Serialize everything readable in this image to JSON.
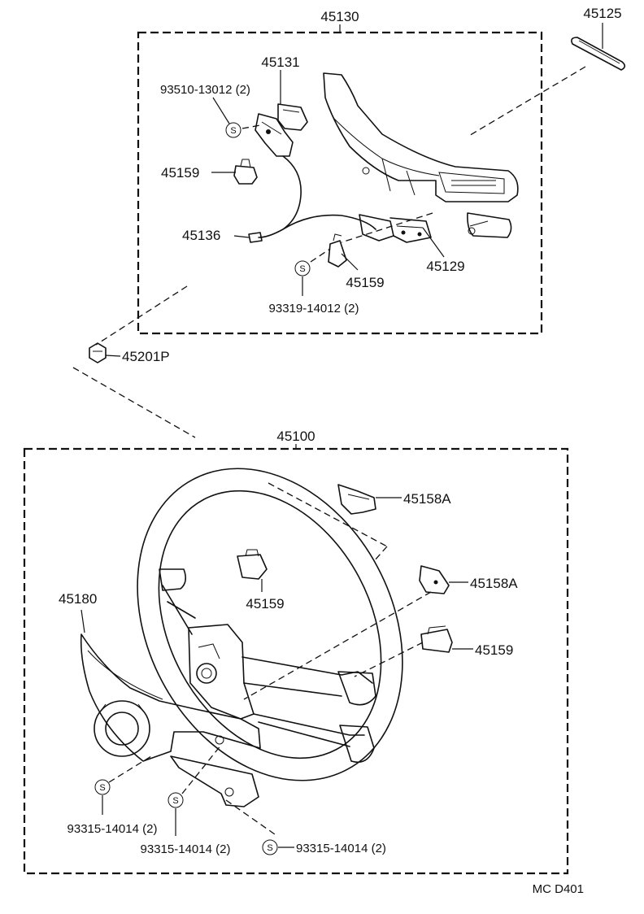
{
  "diagram_code": "MC D401",
  "groups": {
    "pad_assembly": "45130",
    "wheel_assembly": "45100"
  },
  "parts": {
    "p45125": "45125",
    "p45131": "45131",
    "screw_upper": "93510-13012 (2)",
    "p45159_upper_left": "45159",
    "p45136": "45136",
    "p45129": "45129",
    "p45159_upper_center": "45159",
    "screw_upper_lower": "93319-14012 (2)",
    "p45201P": "45201P",
    "p45158A_top": "45158A",
    "p45158A_mid": "45158A",
    "p45159_center": "45159",
    "p45159_right": "45159",
    "p45180": "45180",
    "screw_lower_left": "93315-14014 (2)",
    "screw_lower_mid": "93315-14014 (2)",
    "screw_lower_right": "93315-14014 (2)"
  },
  "symbols": {
    "s_mark": "S"
  }
}
